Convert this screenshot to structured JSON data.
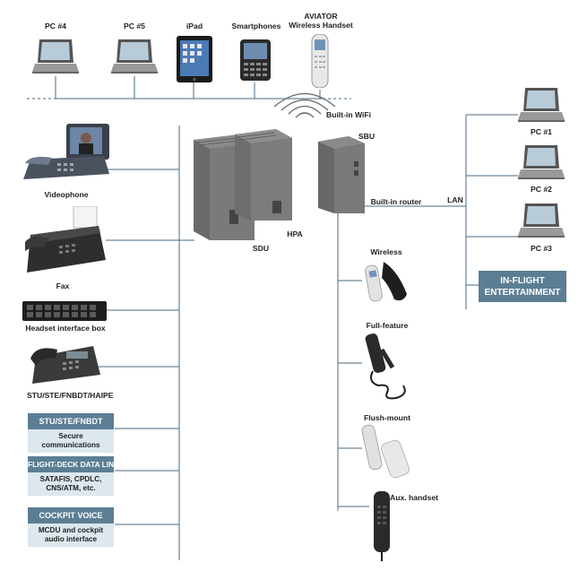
{
  "top_devices": {
    "pc4": "PC #4",
    "pc5": "PC #5",
    "ipad": "iPad",
    "smartphones": "Smartphones",
    "aviator_line1": "AVIATOR",
    "aviator_line2": "Wireless Handset"
  },
  "wifi_label": "Built-in WiFi",
  "units": {
    "sbu": "SBU",
    "sdu": "SDU",
    "hpa": "HPA"
  },
  "router_label": "Built-in router",
  "lan_label": "LAN",
  "lan_pcs": [
    "PC #1",
    "PC #2",
    "PC #3"
  ],
  "in_flight_entertainment": {
    "line1": "IN-FLIGHT",
    "line2": "ENTERTAINMENT"
  },
  "left_devices": {
    "videophone": "Videophone",
    "fax": "Fax",
    "headset_box": "Headset interface box",
    "secure_phone": "STU/STE/FNBDT/HAIPE"
  },
  "info_boxes": [
    {
      "title": "STU/STE/FNBDT",
      "body": [
        "Secure communications"
      ]
    },
    {
      "title": "FLIGHT-DECK DATA LINK",
      "body": [
        "SATAFIS, CPDLC,",
        "CNS/ATM, etc."
      ]
    },
    {
      "title": "COCKPIT VOICE",
      "body": [
        "MCDU and cockpit",
        "audio interface"
      ]
    }
  ],
  "handsets": {
    "wireless": "Wireless",
    "full_feature": "Full-feature",
    "flush_mount": "Flush-mount",
    "aux": "Aux. handset"
  },
  "colors": {
    "accent_box": "#5c7e94",
    "box_body": "#dce7ee",
    "wire": "#4a6a80"
  }
}
